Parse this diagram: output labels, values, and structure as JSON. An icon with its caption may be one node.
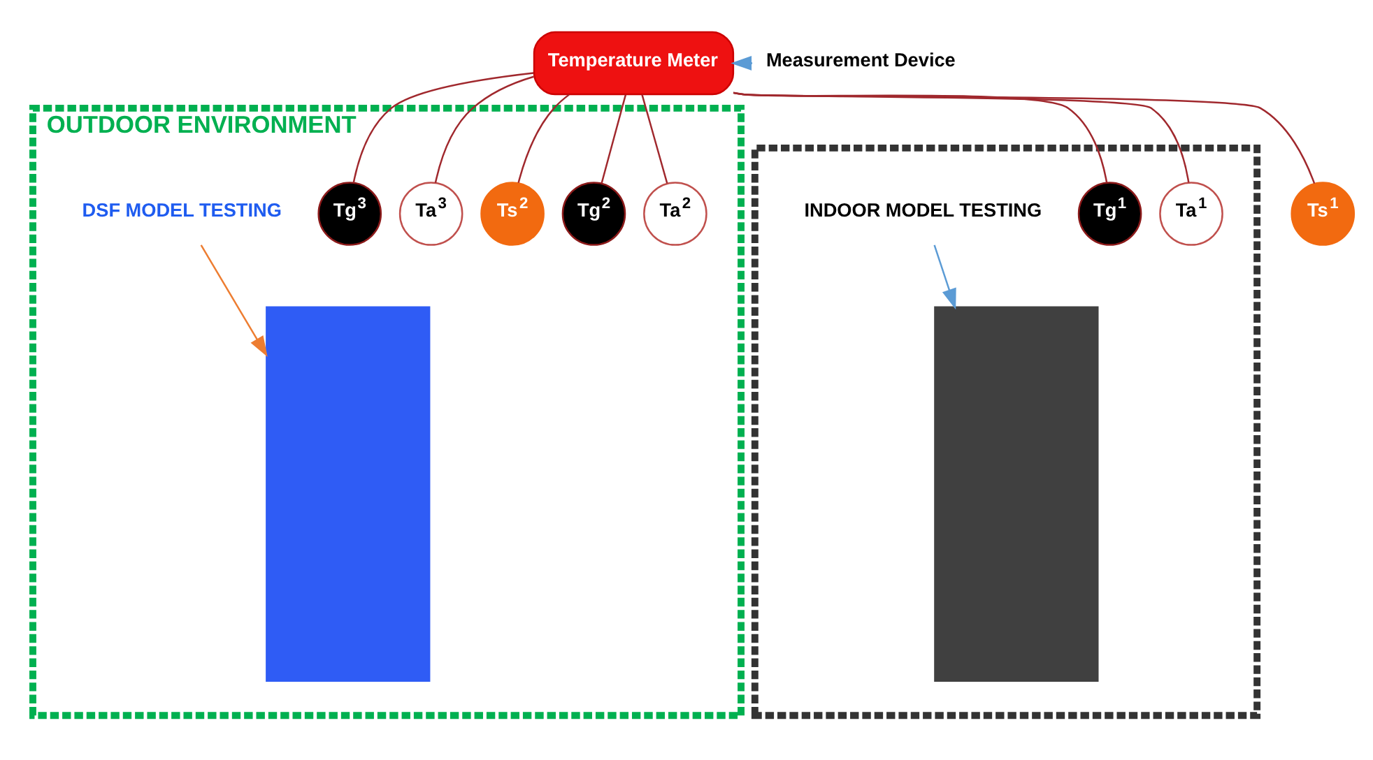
{
  "diagram": {
    "nodes": [
      {
        "text": [
          "Temperature Meter"
        ]
      },
      {
        "text": [
          "Measurement Device"
        ]
      },
      {
        "text": [
          "OUTDOOR ENVIRONMENT"
        ]
      },
      {
        "text": [],
        "shape": "box"
      },
      {
        "text": [
          "Tg$^{3}$"
        ],
        "in": 2
      },
      {
        "text": [
          "Ta$^{3}$"
        ],
        "in": 2
      },
      {
        "text": [
          "Ts$^{2}$"
        ],
        "in": 2
      },
      {
        "text": [
          "Tg$^{2}$"
        ],
        "in": 2
      },
      {
        "text": [
          "Ta$^{2}$"
        ],
        "in": 2
      },
      {
        "text": [
          "Ts$^{1}$"
        ]
      },
      {
        "text": [
          "Tg$^{1}$"
        ],
        "in": 3
      },
      {
        "text": [
          "Ta$^{1}$"
        ],
        "in": 3
      },
      {
        "text": [],
        "shape": "box",
        "in": 2
      },
      {
        "text": [],
        "shape": "box",
        "in": 3
      },
      {
        "text": [
          "DSF MODEL TESTING"
        ],
        "in": 2
      },
      {
        "text": [
          "INDOOR MODEL TESTING"
        ],
        "in": 3
      }
    ],
    "edges": [
      {
        "from": 1,
        "to": 0,
        "arrow": "to",
        "color": "#5b9bd5"
      },
      {
        "from": 0,
        "to": 4,
        "arrow": "none"
      },
      {
        "from": 0,
        "to": 5,
        "arrow": "none"
      },
      {
        "from": 0,
        "to": 6,
        "arrow": "none"
      },
      {
        "from": 0,
        "to": 7,
        "arrow": "none"
      },
      {
        "from": 0,
        "to": 8,
        "arrow": "none"
      },
      {
        "from": 0,
        "to": 9,
        "arrow": "none"
      },
      {
        "from": 0,
        "to": 10,
        "arrow": "none"
      },
      {
        "from": 0,
        "to": 11,
        "arrow": "none"
      },
      {
        "from": 14,
        "to": 12,
        "arrow": "to",
        "color": "#ed7d31"
      },
      {
        "from": 15,
        "to": 13,
        "arrow": "to",
        "color": "#5b9bd5"
      }
    ]
  }
}
